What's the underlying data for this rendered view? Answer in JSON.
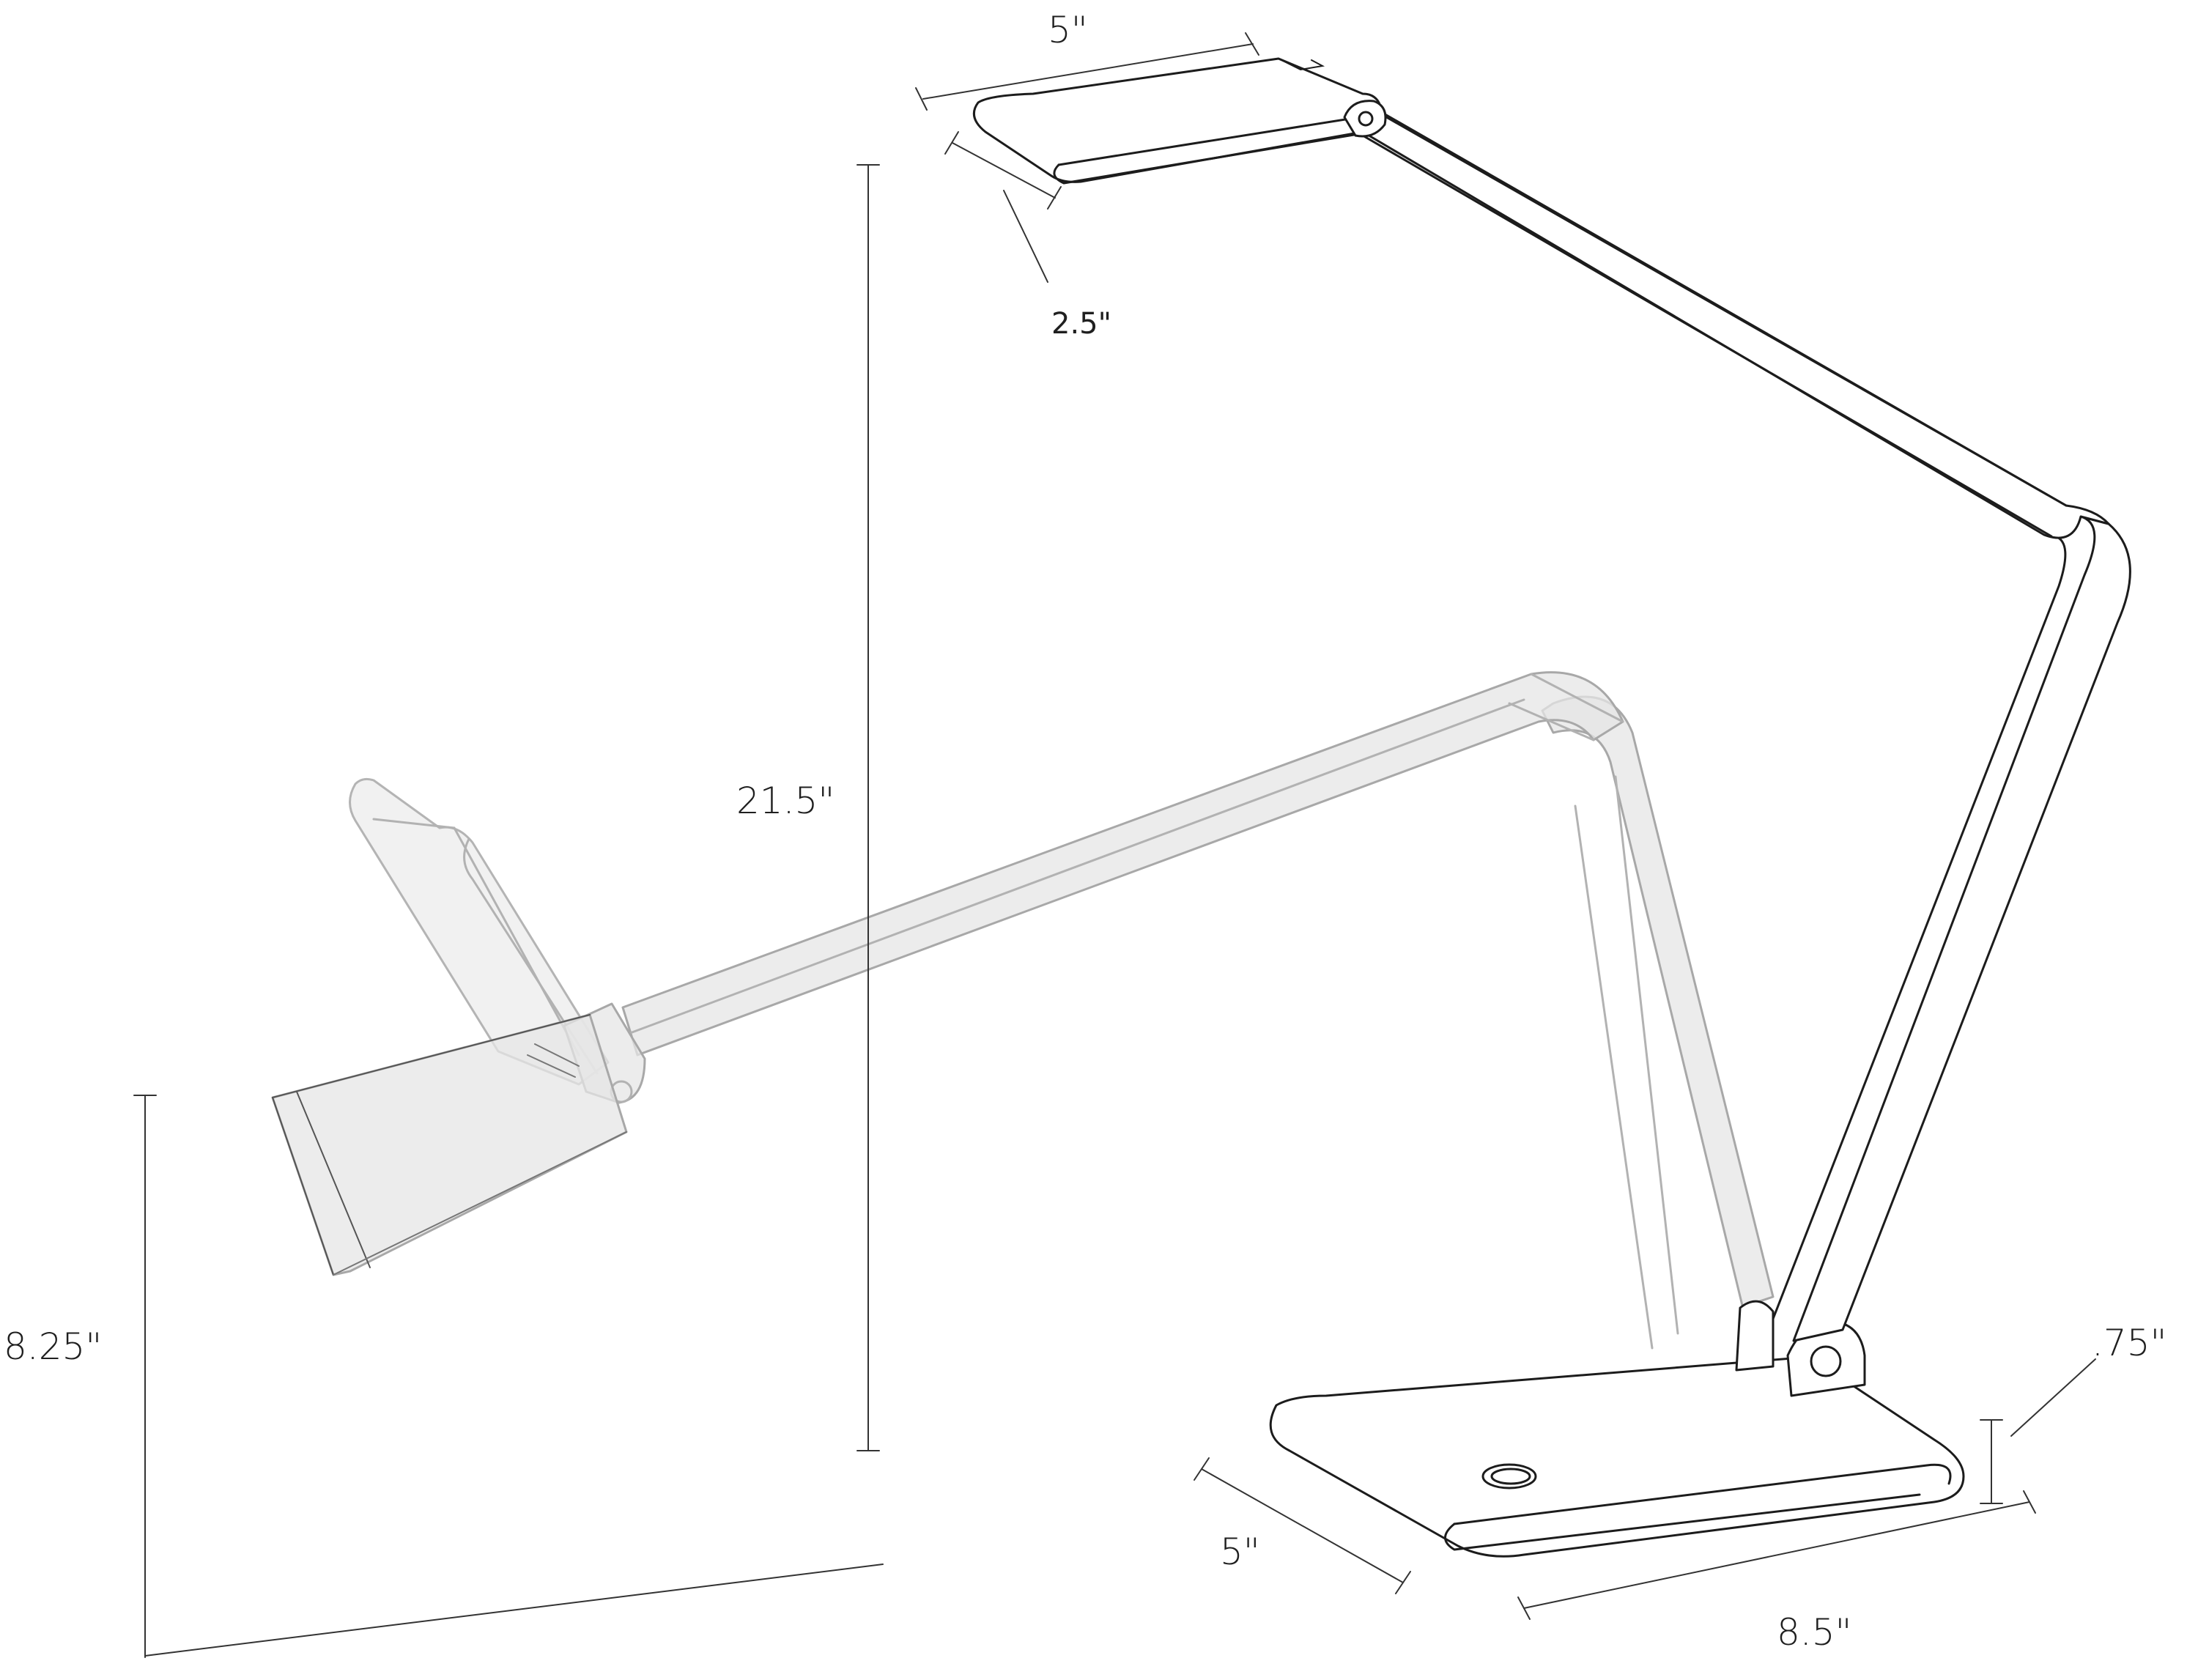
{
  "dimensions": {
    "head_length": "5\"",
    "head_depth": "2.5\"",
    "overall_height": "21.5\"",
    "folded_height": "8.25\"",
    "base_thickness": ".75\"",
    "base_depth": "5\"",
    "base_length": "8.5\""
  },
  "colors": {
    "line": "#1c1c1c",
    "ghost_line": "#b2b2b2",
    "ghost_fill": "#e6e6e6",
    "background": "#ffffff"
  }
}
